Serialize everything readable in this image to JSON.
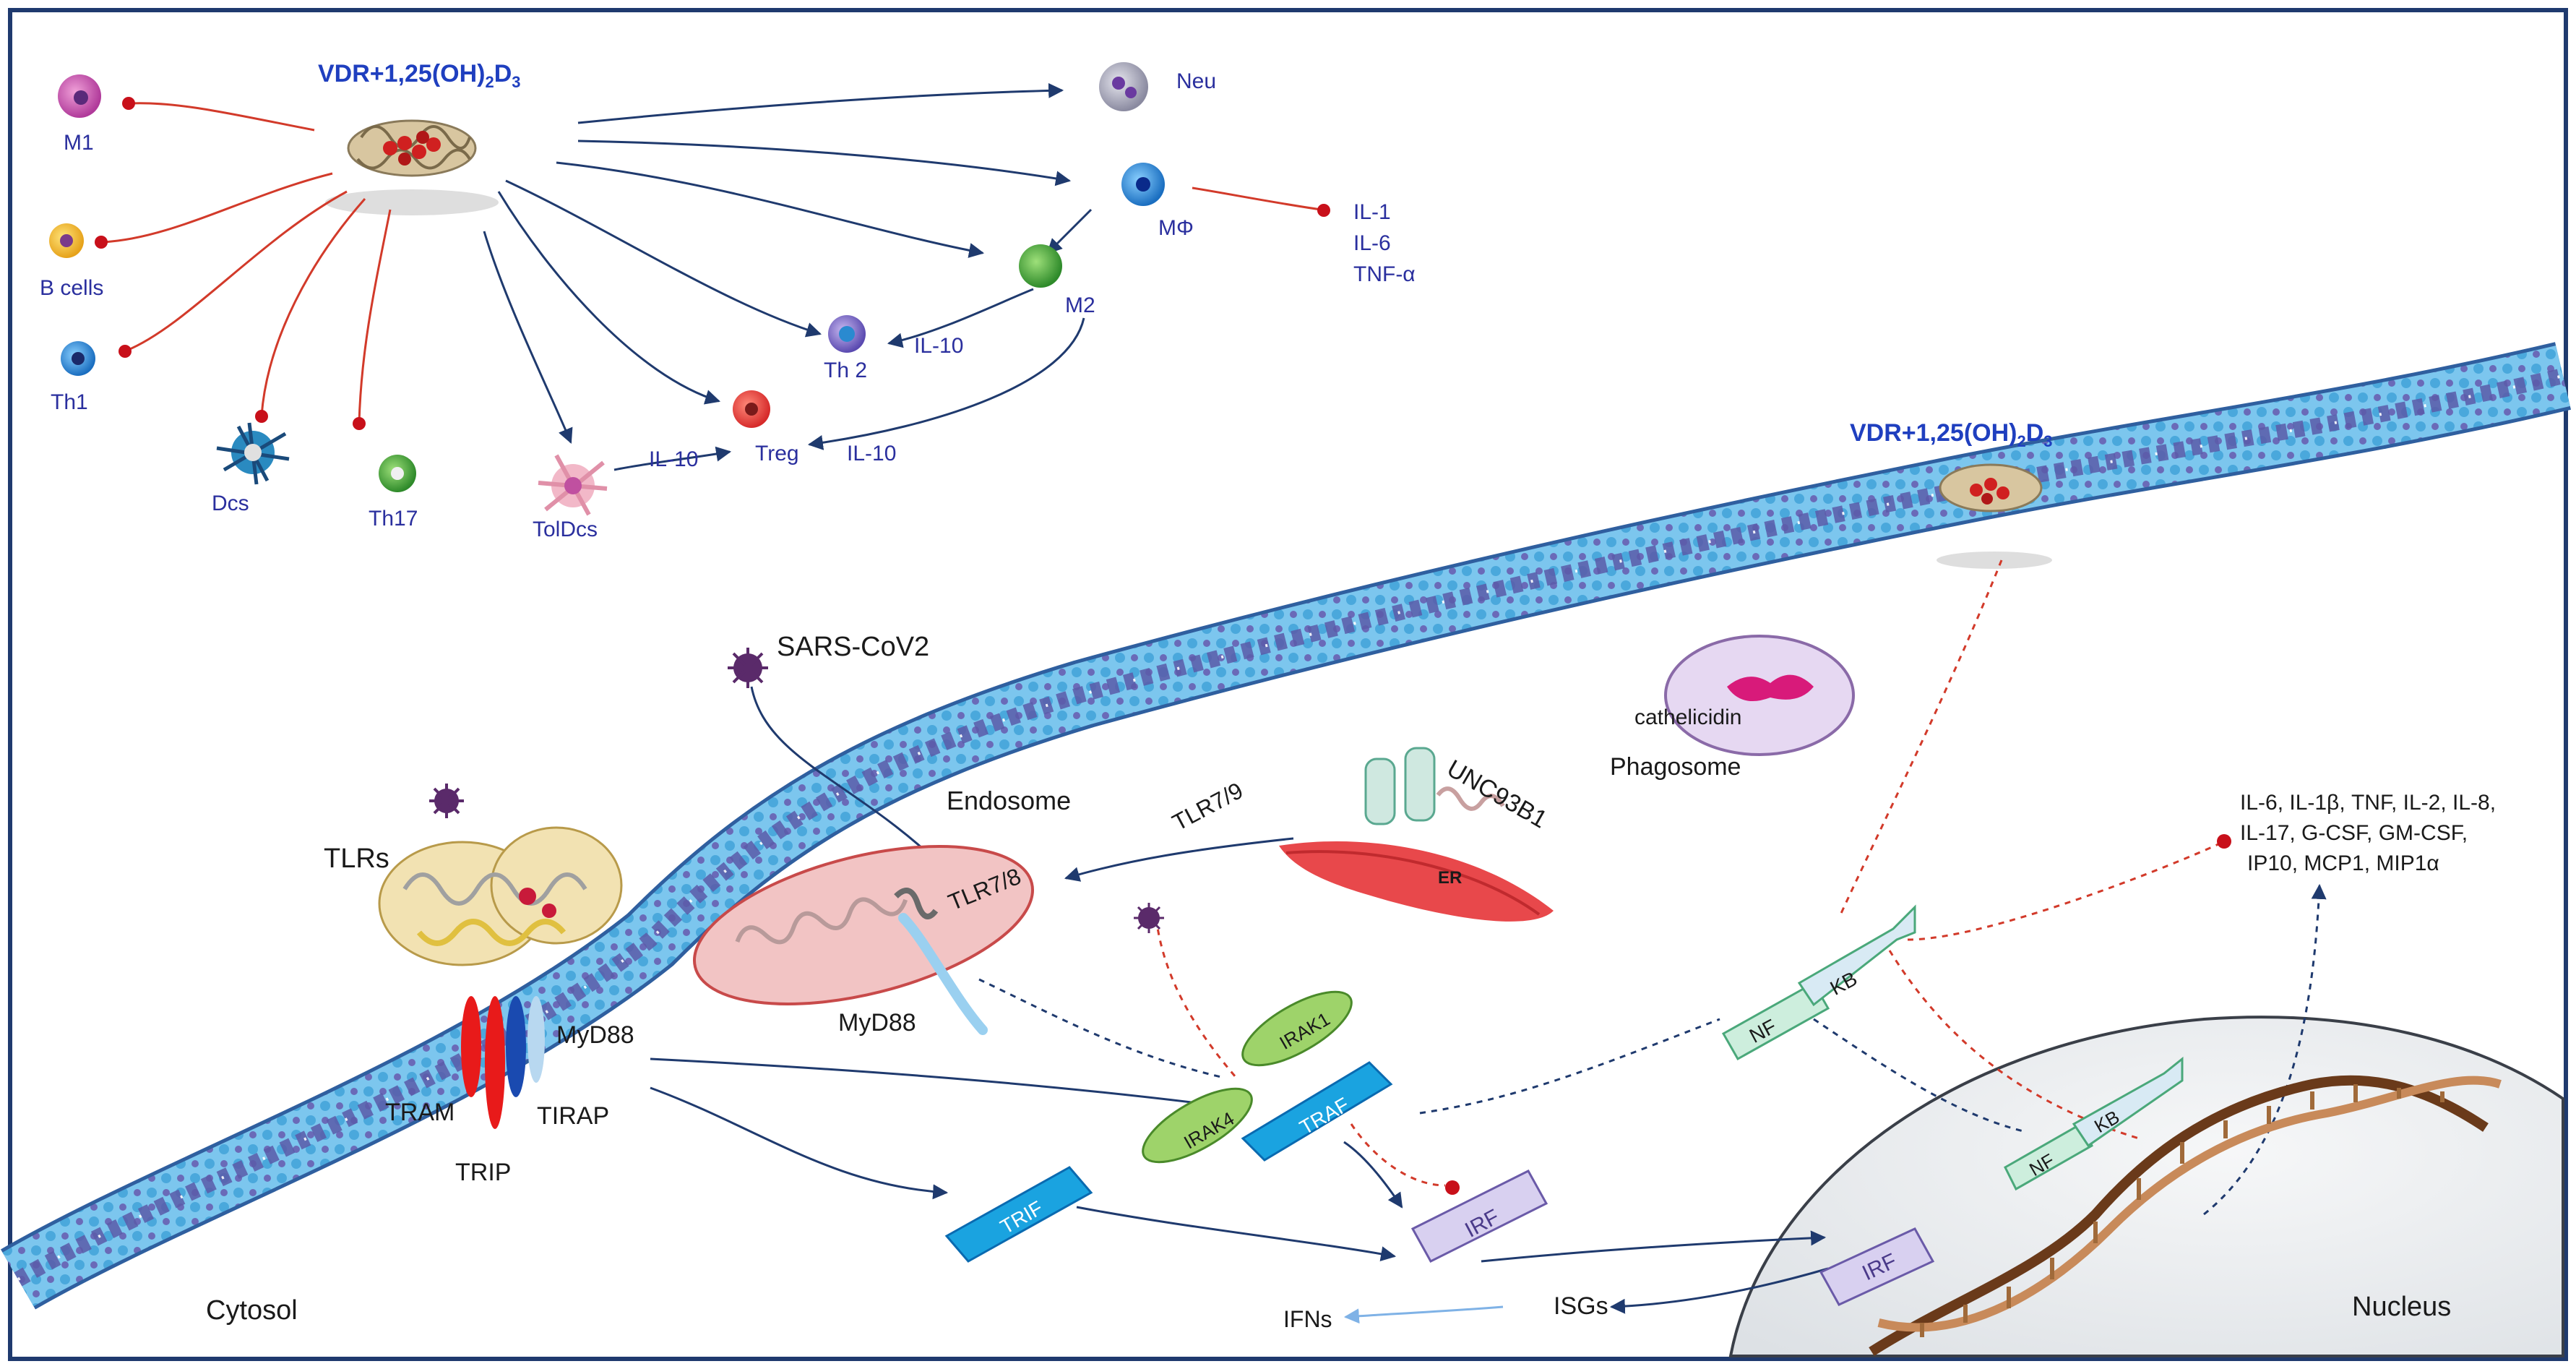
{
  "labels": {
    "vdr_top_main": "VDR+1,25(OH)",
    "vdr_top_sub2": "2",
    "vdr_top_d": "D",
    "vdr_top_sub3": "3",
    "vdr_mem_main": "VDR+1,25(OH)",
    "vdr_mem_sub2": "2",
    "vdr_mem_d": "D",
    "vdr_mem_sub3": "3",
    "m1": "M1",
    "bcells": "B cells",
    "th1": "Th1",
    "dcs": "Dcs",
    "th17": "Th17",
    "toldcs": "TolDcs",
    "treg": "Treg",
    "th2": "Th 2",
    "m2": "M2",
    "mphi": "MΦ",
    "neu": "Neu",
    "il10_a": "IL-10",
    "il10_b": "IL-10",
    "il10_c": "IL-10",
    "il1": "IL-1",
    "il6": "IL-6",
    "tnfa": "TNF-α",
    "sars": "SARS-CoV2",
    "endosome": "Endosome",
    "tlr79": "TLR7/9",
    "unc": "UNC93B1",
    "er": "ER",
    "tlr78": "TLR7/8",
    "myd88_endo": "MyD88",
    "phagosome": "Phagosome",
    "cathelicidin": "cathelicidin",
    "tlrs": "TLRs",
    "myd88": "MyD88",
    "tram": "TRAM",
    "tirap": "TIRAP",
    "trip": "TRIP",
    "trif": "TRIF",
    "irak4": "IRAK4",
    "irak1": "IRAK1",
    "traf": "TRAF",
    "irf": "IRF",
    "irf_nuc": "IRF",
    "nf": "NF",
    "kb": "KB",
    "nf_nuc": "NF",
    "kb_nuc": "KB",
    "cyto_line1": "IL-6, IL-1β, TNF, IL-2, IL-8,",
    "cyto_line2": "IL-17, G-CSF, GM-CSF,",
    "cyto_line3": "IP10, MCP1, MIP1α",
    "isgs": "ISGs",
    "ifns": "IFNs",
    "cytosol": "Cytosol",
    "nucleus": "Nucleus"
  },
  "colors": {
    "frame": "#1f3a6e",
    "label_blue": "#2a2f9e",
    "title_blue": "#1f3fbf",
    "inhibit_red": "#d23a2a",
    "arrow_navy": "#1f3a6e",
    "membrane_blue": "#4db3e6",
    "membrane_purple": "#5a5aa8",
    "irak_green": "#9ed36a",
    "traf_blue": "#1aa3e0",
    "irf_lilac": "#d8d0f0",
    "nfkb_mint": "#cdeedd",
    "er_red": "#e8484b",
    "endosome_pink": "#f2c4c4",
    "phagosome_lilac": "#e6d8f2",
    "nucleus_grey": "#eceef0"
  }
}
